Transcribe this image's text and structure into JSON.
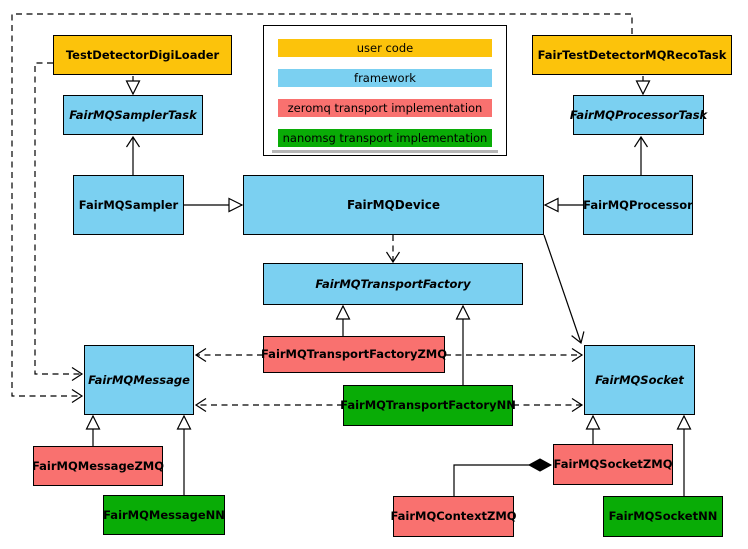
{
  "diagram": {
    "type": "uml-class-diagram",
    "subject": "FairMQ framework class hierarchy"
  },
  "legend": {
    "items": [
      {
        "label": "user code",
        "color": "#fcc30b"
      },
      {
        "label": "framework",
        "color": "#7bd0f1"
      },
      {
        "label": "zeromq transport implementation",
        "color": "#f9716f"
      },
      {
        "label": "nanomsg transport implementation",
        "color": "#09ac06"
      }
    ]
  },
  "nodes": {
    "tddl": {
      "label": "TestDetectorDigiLoader",
      "category": "user code",
      "abstract": false
    },
    "recotask": {
      "label": "FairTestDetectorMQRecoTask",
      "category": "user code",
      "abstract": false
    },
    "samplertask": {
      "label": "FairMQSamplerTask",
      "category": "framework",
      "abstract": true
    },
    "processortask": {
      "label": "FairMQProcessorTask",
      "category": "framework",
      "abstract": true
    },
    "sampler": {
      "label": "FairMQSampler",
      "category": "framework",
      "abstract": false
    },
    "device": {
      "label": "FairMQDevice",
      "category": "framework",
      "abstract": false
    },
    "processor": {
      "label": "FairMQProcessor",
      "category": "framework",
      "abstract": false
    },
    "factory": {
      "label": "FairMQTransportFactory",
      "category": "framework",
      "abstract": true
    },
    "factoryzmq": {
      "label": "FairMQTransportFactoryZMQ",
      "category": "zeromq transport implementation",
      "abstract": false
    },
    "factorynn": {
      "label": "FairMQTransportFactoryNN",
      "category": "nanomsg transport implementation",
      "abstract": false
    },
    "message": {
      "label": "FairMQMessage",
      "category": "framework",
      "abstract": true
    },
    "socket": {
      "label": "FairMQSocket",
      "category": "framework",
      "abstract": true
    },
    "messagezmq": {
      "label": "FairMQMessageZMQ",
      "category": "zeromq transport implementation",
      "abstract": false
    },
    "messagenn": {
      "label": "FairMQMessageNN",
      "category": "nanomsg transport implementation",
      "abstract": false
    },
    "socketzmq": {
      "label": "FairMQSocketZMQ",
      "category": "zeromq transport implementation",
      "abstract": false
    },
    "contextzmq": {
      "label": "FairMQContextZMQ",
      "category": "zeromq transport implementation",
      "abstract": false
    },
    "socketnn": {
      "label": "FairMQSocketNN",
      "category": "nanomsg transport implementation",
      "abstract": false
    }
  },
  "edges": [
    {
      "from": "TestDetectorDigiLoader",
      "to": "FairMQSamplerTask",
      "type": "generalization-hollow-triangle",
      "line": "solid"
    },
    {
      "from": "FairMQSampler",
      "to": "FairMQSamplerTask",
      "type": "association-open-arrow",
      "line": "solid"
    },
    {
      "from": "FairTestDetectorMQRecoTask",
      "to": "FairMQProcessorTask",
      "type": "generalization-hollow-triangle",
      "line": "solid"
    },
    {
      "from": "FairMQProcessor",
      "to": "FairMQProcessorTask",
      "type": "association-open-arrow",
      "line": "solid"
    },
    {
      "from": "FairMQSampler",
      "to": "FairMQDevice",
      "type": "generalization-hollow-triangle",
      "line": "solid"
    },
    {
      "from": "FairMQProcessor",
      "to": "FairMQDevice",
      "type": "generalization-hollow-triangle",
      "line": "solid"
    },
    {
      "from": "FairMQDevice",
      "to": "FairMQTransportFactory",
      "type": "dependency-open-arrow",
      "line": "dashed"
    },
    {
      "from": "FairMQDevice",
      "to": "FairMQSocket",
      "type": "association-open-arrow",
      "line": "solid"
    },
    {
      "from": "FairMQTransportFactoryZMQ",
      "to": "FairMQTransportFactory",
      "type": "generalization-hollow-triangle",
      "line": "solid"
    },
    {
      "from": "FairMQTransportFactoryNN",
      "to": "FairMQTransportFactory",
      "type": "generalization-hollow-triangle",
      "line": "solid"
    },
    {
      "from": "FairMQTransportFactoryZMQ",
      "to": "FairMQMessage",
      "type": "dependency-open-arrow",
      "line": "dashed"
    },
    {
      "from": "FairMQTransportFactoryZMQ",
      "to": "FairMQSocket",
      "type": "dependency-open-arrow",
      "line": "dashed"
    },
    {
      "from": "FairMQTransportFactoryNN",
      "to": "FairMQMessage",
      "type": "dependency-open-arrow",
      "line": "dashed"
    },
    {
      "from": "FairMQTransportFactoryNN",
      "to": "FairMQSocket",
      "type": "dependency-open-arrow",
      "line": "dashed"
    },
    {
      "from": "FairMQMessageZMQ",
      "to": "FairMQMessage",
      "type": "generalization-hollow-triangle",
      "line": "solid"
    },
    {
      "from": "FairMQMessageNN",
      "to": "FairMQMessage",
      "type": "generalization-hollow-triangle",
      "line": "solid"
    },
    {
      "from": "FairMQSocketZMQ",
      "to": "FairMQSocket",
      "type": "generalization-hollow-triangle",
      "line": "solid"
    },
    {
      "from": "FairMQSocketNN",
      "to": "FairMQSocket",
      "type": "generalization-hollow-triangle",
      "line": "solid"
    },
    {
      "from": "FairMQContextZMQ",
      "to": "FairMQSocketZMQ",
      "type": "composition-filled-diamond",
      "line": "solid"
    },
    {
      "from": "TestDetectorDigiLoader",
      "to": "FairMQMessage",
      "type": "dependency-open-arrow",
      "line": "dashed"
    },
    {
      "from": "FairTestDetectorMQRecoTask",
      "to": "FairMQMessage",
      "type": "dependency-open-arrow",
      "line": "dashed"
    }
  ]
}
